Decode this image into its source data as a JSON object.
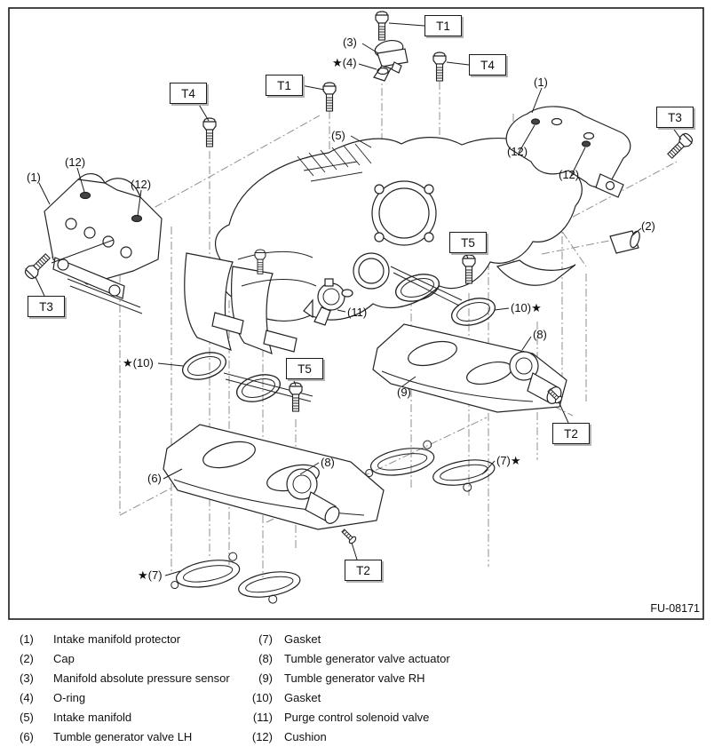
{
  "figure": {
    "code": "FU-08171",
    "torque_boxes": [
      {
        "label": "T1"
      },
      {
        "label": "T4"
      },
      {
        "label": "T4"
      },
      {
        "label": "T1"
      },
      {
        "label": "T3"
      },
      {
        "label": "T3"
      },
      {
        "label": "T5"
      },
      {
        "label": "T5"
      },
      {
        "label": "T2"
      },
      {
        "label": "T2"
      }
    ],
    "callouts": [
      {
        "text": "(3)"
      },
      {
        "text": "★(4)"
      },
      {
        "text": "(5)"
      },
      {
        "text": "(1)"
      },
      {
        "text": "(12)"
      },
      {
        "text": "(12)"
      },
      {
        "text": "(2)"
      },
      {
        "text": "(1)"
      },
      {
        "text": "(12)"
      },
      {
        "text": "(12)"
      },
      {
        "text": "(11)"
      },
      {
        "text": "(10)★"
      },
      {
        "text": "(8)"
      },
      {
        "text": "(9)"
      },
      {
        "text": "★(10)"
      },
      {
        "text": "(6)"
      },
      {
        "text": "(8)"
      },
      {
        "text": "★(7)"
      },
      {
        "text": "(7)★"
      }
    ]
  },
  "legend": {
    "items": [
      {
        "num": "(1)",
        "label": "Intake manifold protector"
      },
      {
        "num": "(2)",
        "label": "Cap"
      },
      {
        "num": "(3)",
        "label": "Manifold absolute pressure sensor"
      },
      {
        "num": "(4)",
        "label": "O-ring"
      },
      {
        "num": "(5)",
        "label": "Intake manifold"
      },
      {
        "num": "(6)",
        "label": "Tumble generator valve LH"
      },
      {
        "num": "(7)",
        "label": "Gasket"
      },
      {
        "num": "(8)",
        "label": "Tumble generator valve actuator"
      },
      {
        "num": "(9)",
        "label": "Tumble generator valve RH"
      },
      {
        "num": "(10)",
        "label": "Gasket"
      },
      {
        "num": "(11)",
        "label": "Purge control solenoid valve"
      },
      {
        "num": "(12)",
        "label": "Cushion"
      }
    ]
  }
}
